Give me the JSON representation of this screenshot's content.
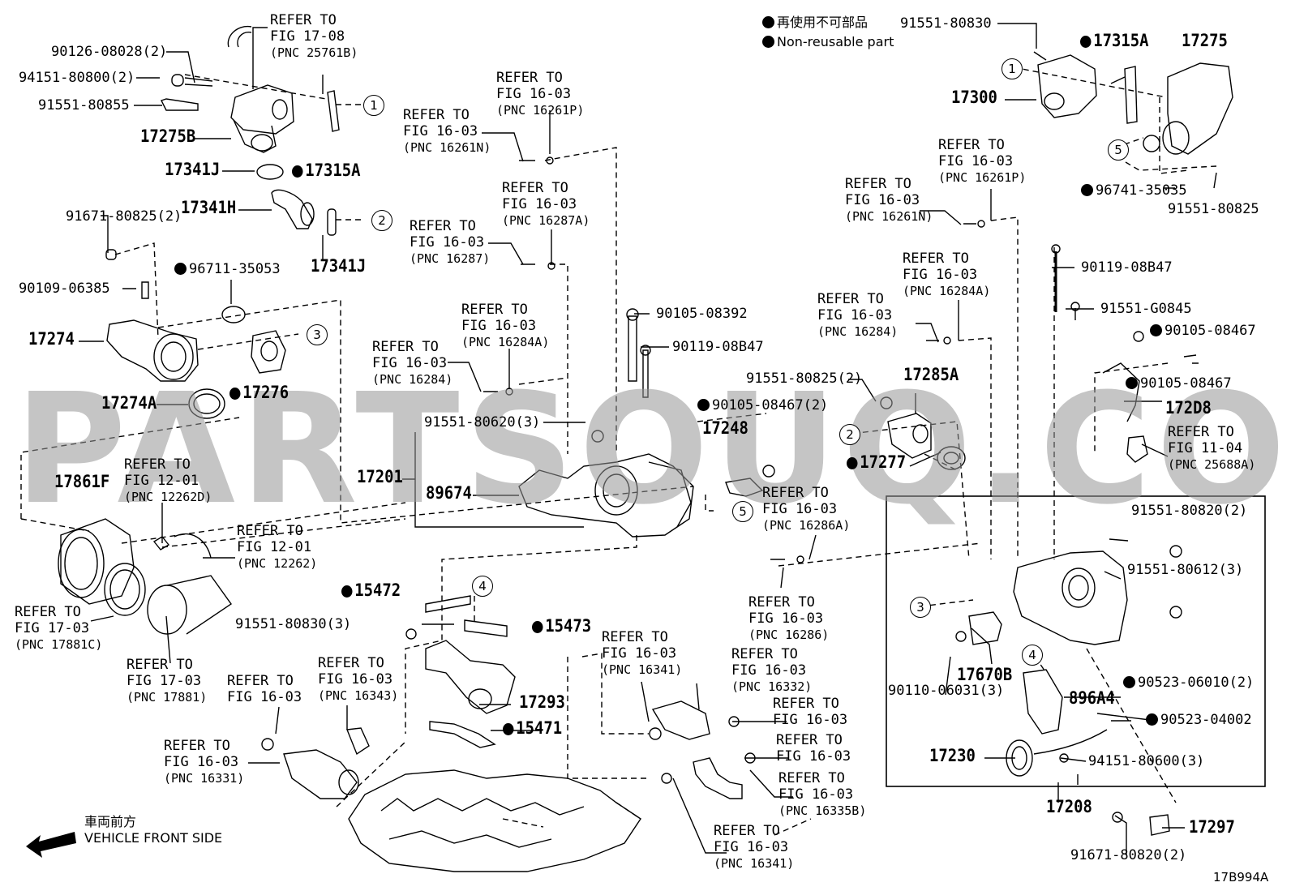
{
  "legend": {
    "jp": "再使用不可部品",
    "en": "Non-reusable part"
  },
  "watermark": "PARTSOUQ.COM",
  "diagram_code": "17B994A",
  "front": {
    "jp": "車両前方",
    "en": "VEHICLE FRONT SIDE"
  },
  "refer": {
    "r1": [
      "REFER TO",
      "FIG 17-08",
      "(PNC 25761B)"
    ],
    "r2": [
      "REFER TO",
      "FIG 16-03",
      "(PNC 16261P)"
    ],
    "r3": [
      "REFER TO",
      "FIG 16-03",
      "(PNC 16261N)"
    ],
    "r4": [
      "REFER TO",
      "FIG 16-03",
      "(PNC 16287A)"
    ],
    "r5": [
      "REFER TO",
      "FIG 16-03",
      "(PNC 16287)"
    ],
    "r6": [
      "REFER TO",
      "FIG 16-03",
      "(PNC 16284A)"
    ],
    "r7": [
      "REFER TO",
      "FIG 16-03",
      "(PNC 16284)"
    ],
    "r8": [
      "REFER TO",
      "FIG 12-01",
      "(PNC 12262D)"
    ],
    "r9": [
      "REFER TO",
      "FIG 12-01",
      "(PNC 12262)"
    ],
    "r10": [
      "REFER TO",
      "FIG 17-03",
      "(PNC 17881C)"
    ],
    "r11": [
      "REFER TO",
      "FIG 17-03",
      "(PNC 17881)"
    ],
    "r12": [
      "REFER TO",
      "FIG 16-03",
      ""
    ],
    "r13": [
      "REFER TO",
      "FIG 16-03",
      "(PNC 16343)"
    ],
    "r14": [
      "REFER TO",
      "FIG 16-03",
      "(PNC 16331)"
    ],
    "r15": [
      "REFER TO",
      "FIG 16-03",
      "(PNC 16341)"
    ],
    "r16": [
      "REFER TO",
      "FIG 16-03",
      "(PNC 16332)"
    ],
    "r17": [
      "REFER TO",
      "FIG 16-03",
      ""
    ],
    "r18": [
      "REFER TO",
      "FIG 16-03",
      ""
    ],
    "r19": [
      "REFER TO",
      "FIG 16-03",
      "(PNC 16335B)"
    ],
    "r20": [
      "REFER TO",
      "FIG 16-03",
      "(PNC 16341)"
    ],
    "r21": [
      "REFER TO",
      "FIG 16-03",
      "(PNC 16286A)"
    ],
    "r22": [
      "REFER TO",
      "FIG 16-03",
      "(PNC 16286)"
    ],
    "r23": [
      "REFER TO",
      "FIG 16-03",
      "(PNC 16261P)"
    ],
    "r24": [
      "REFER TO",
      "FIG 16-03",
      "(PNC 16261N)"
    ],
    "r25": [
      "REFER TO",
      "FIG 16-03",
      "(PNC 16284A)"
    ],
    "r26": [
      "REFER TO",
      "FIG 16-03",
      "(PNC 16284)"
    ],
    "r27": [
      "REFER TO",
      "FIG 11-04",
      "(PNC 25688A)"
    ]
  },
  "parts": {
    "p90126": "90126-08028(2)",
    "p94151": "94151-80800(2)",
    "p91551_80855": "91551-80855",
    "p17275B": "17275B",
    "p17341J_a": "17341J",
    "p17315A_a": "17315A",
    "p17341H": "17341H",
    "p17341J_b": "17341J",
    "p91671_80825": "91671-80825(2)",
    "p96711": "96711-35053",
    "p90109": "90109-06385",
    "p17274": "17274",
    "p17274A": "17274A",
    "p17276": "17276",
    "p17861F": "17861F",
    "p91551_80620": "91551-80620(3)",
    "p17201": "17201",
    "p89674": "89674",
    "p90105_08392": "90105-08392",
    "p90119_08B47_a": "90119-08B47",
    "p90105_08467_2": "90105-08467(2)",
    "p17248": "17248",
    "p91551_80825_2": "91551-80825(2)",
    "p17285A": "17285A",
    "p17277": "17277",
    "p15472": "15472",
    "p15473": "15473",
    "p91551_80830_3": "91551-80830(3)",
    "p17293": "17293",
    "p15471": "15471",
    "p91551_80830": "91551-80830",
    "p17315A_b": "17315A",
    "p17275": "17275",
    "p17300": "17300",
    "p96741": "96741-35035",
    "p91551_80825": "91551-80825",
    "p90119_08B47_b": "90119-08B47",
    "p91551_G0845": "91551-G0845",
    "p90105_08467_a": "90105-08467",
    "p90105_08467_b": "90105-08467",
    "p172D8": "172D8",
    "p91551_80820": "91551-80820(2)",
    "p91551_80612": "91551-80612(3)",
    "p17670B": "17670B",
    "p90110": "90110-06031(3)",
    "p90523_06010": "90523-06010(2)",
    "p896A4": "896A4",
    "p90523_04002": "90523-04002",
    "p17230": "17230",
    "p94151_80600": "94151-80600(3)",
    "p17208": "17208",
    "p17297": "17297",
    "p91671_80820": "91671-80820(2)"
  },
  "callouts": {
    "c1": "1",
    "c2": "2",
    "c3": "3",
    "c4": "4",
    "c5": "5"
  }
}
